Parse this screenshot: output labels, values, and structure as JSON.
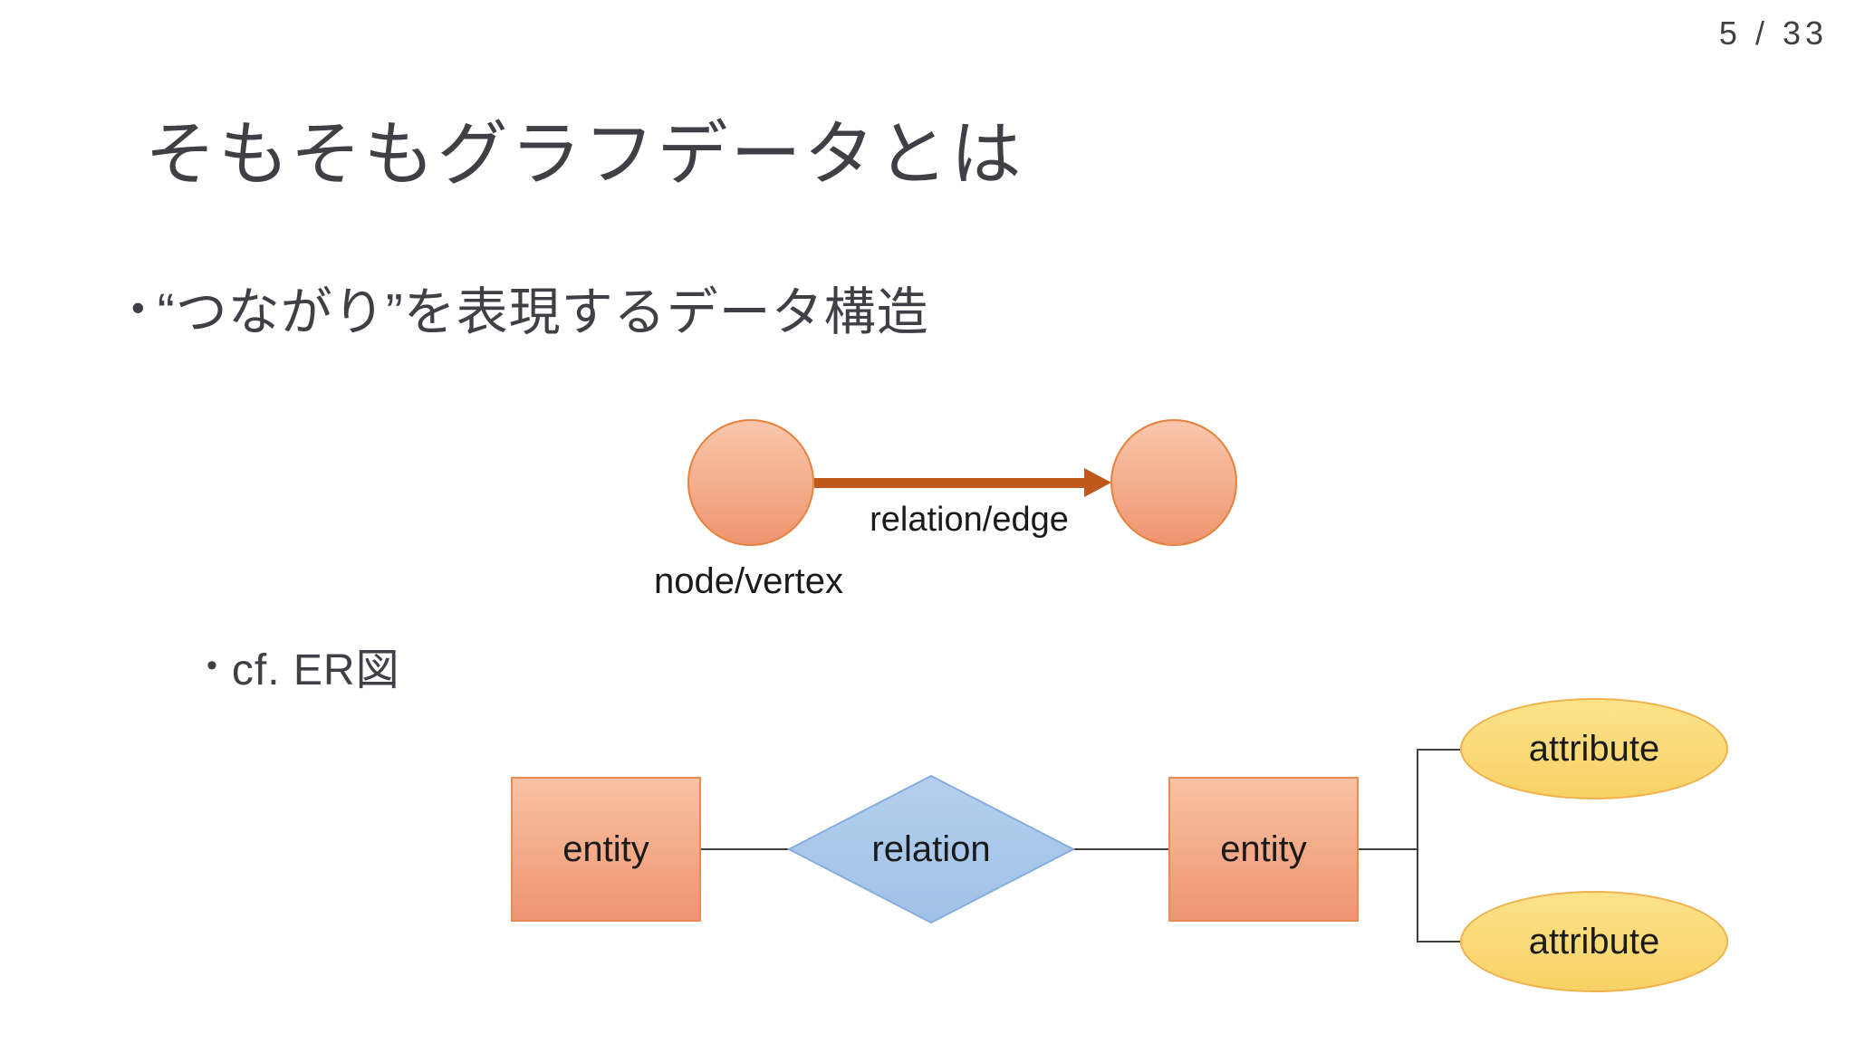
{
  "page": {
    "number_indicator": "5 / 33"
  },
  "slide": {
    "title": "そもそもグラフデータとは",
    "bullet_marker": "•",
    "bullets": [
      {
        "text": "“つながり”を表現するデータ構造"
      },
      {
        "text": "cf. ER図"
      }
    ]
  },
  "graph_diagram": {
    "edge_label": "relation/edge",
    "node_label": "node/vertex"
  },
  "er_diagram": {
    "left_entity_label": "entity",
    "relation_label": "relation",
    "right_entity_label": "entity",
    "top_attribute_label": "attribute",
    "bottom_attribute_label": "attribute"
  },
  "colors": {
    "background": "#ffffff",
    "text_primary": "#3f3f46",
    "page_number_text": "#404040",
    "diagram_text": "#1a1a1a",
    "node_fill_top": "#f9c6ab",
    "node_fill_bottom": "#ef9470",
    "node_border": "#e8813d",
    "arrow": "#c0571b",
    "entity_fill_top": "#f8c2a4",
    "entity_fill_bottom": "#ef9572",
    "entity_border": "#e78b4e",
    "diamond_fill_top": "#b5cfee",
    "diamond_fill_bottom": "#9ec2e6",
    "diamond_border": "#86aedd",
    "attribute_fill_top": "#fce289",
    "attribute_fill_bottom": "#f8d164",
    "attribute_border": "#f1b04a",
    "connector": "#3f3f3f"
  }
}
